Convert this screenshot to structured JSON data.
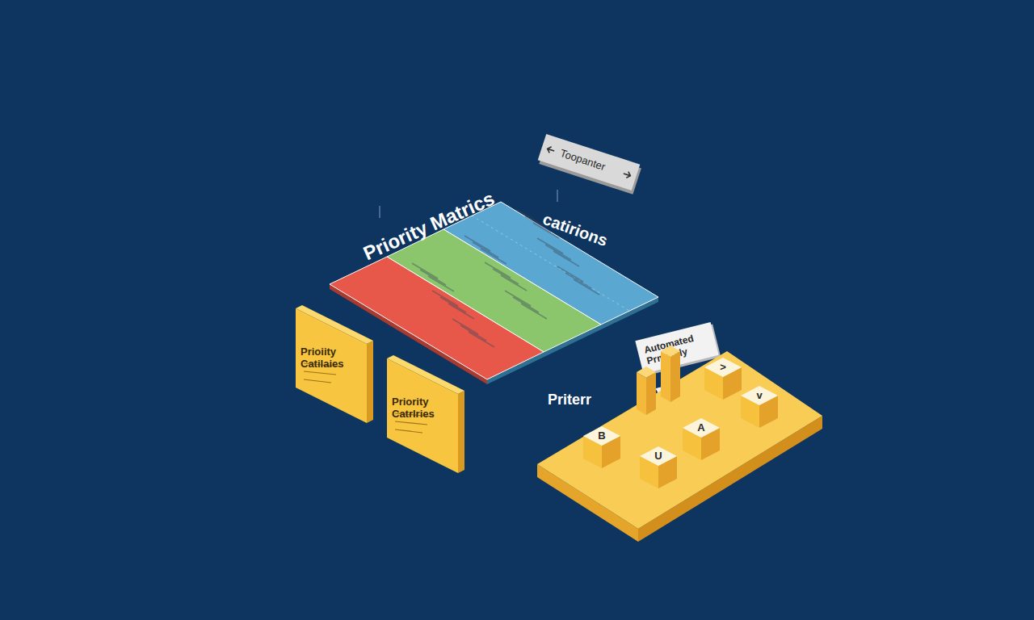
{
  "diagram": {
    "nodes": [
      {
        "text": [
          "Toopanter"
        ]
      },
      {
        "text": [
          "Prioiity Catilaies"
        ]
      },
      {
        "text": [
          "Priority Catrlries"
        ]
      },
      {
        "text": [
          "Automated Prmently"
        ]
      },
      {
        "text": [
          "Priterr"
        ]
      },
      {
        "text": [
          "B"
        ],
        "in": 4
      },
      {
        "text": [
          "U"
        ],
        "in": 4
      },
      {
        "text": [
          "A"
        ],
        "in": 4
      },
      {
        "text": [
          ">"
        ],
        "in": 4
      },
      {
        "text": [
          "v"
        ],
        "in": 4
      }
    ],
    "labels": [
      "Priority Matrics",
      "catirions"
    ]
  }
}
